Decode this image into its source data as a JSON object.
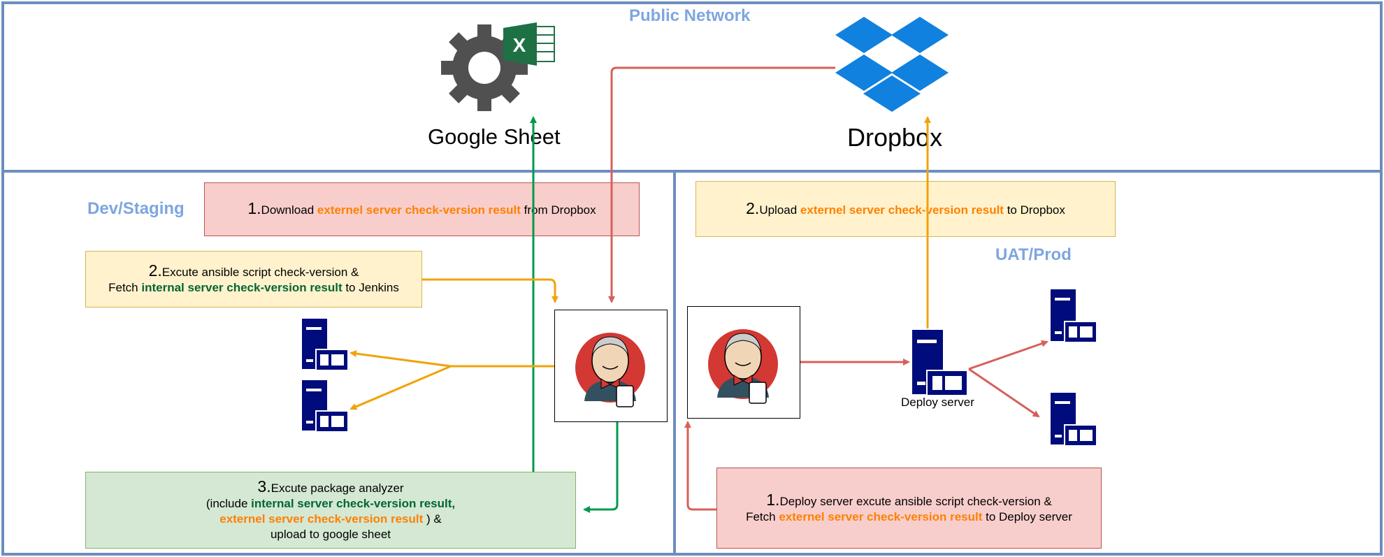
{
  "zones": {
    "public": "Public Network",
    "dev": "Dev/Staging",
    "uat": "UAT/Prod"
  },
  "nodes": {
    "google_sheet": "Google Sheet",
    "dropbox": "Dropbox",
    "deploy_server": "Deploy server"
  },
  "icons": {
    "excel_letter": "X"
  },
  "steps": {
    "dev1": {
      "num": "1.",
      "pre": "Download ",
      "hl": "externel server check-version result",
      "post": " from Dropbox"
    },
    "dev2": {
      "num": "2.",
      "line1": "Excute ansible script check-version &",
      "pre": "Fetch ",
      "hl": "internal server check-version result",
      "post": " to Jenkins"
    },
    "dev3": {
      "num": "3.",
      "line1": "Excute package analyzer",
      "pre": "(include  ",
      "hl_g": "internal server check-version result,",
      "hl_o": "externel server check-version result",
      "post": " ) &",
      "line4": "upload to google sheet"
    },
    "uat1": {
      "num": "1.",
      "line1": "Deploy server excute ansible script check-version &",
      "pre": "Fetch ",
      "hl": "externel server check-version result",
      "post": " to Deploy server"
    },
    "uat2": {
      "num": "2.",
      "pre": "Upload ",
      "hl": "externel server check-version result",
      "post": " to Dropbox"
    }
  },
  "colors": {
    "zone_border": "#6C8EBF",
    "zone_label": "#7EA6E0",
    "arrow_red": "#D6605B",
    "arrow_yellow": "#F0A30A",
    "arrow_green": "#00994D",
    "server_blue": "#000C7B",
    "highlight_orange": "#FF8000",
    "highlight_green": "#006633"
  }
}
